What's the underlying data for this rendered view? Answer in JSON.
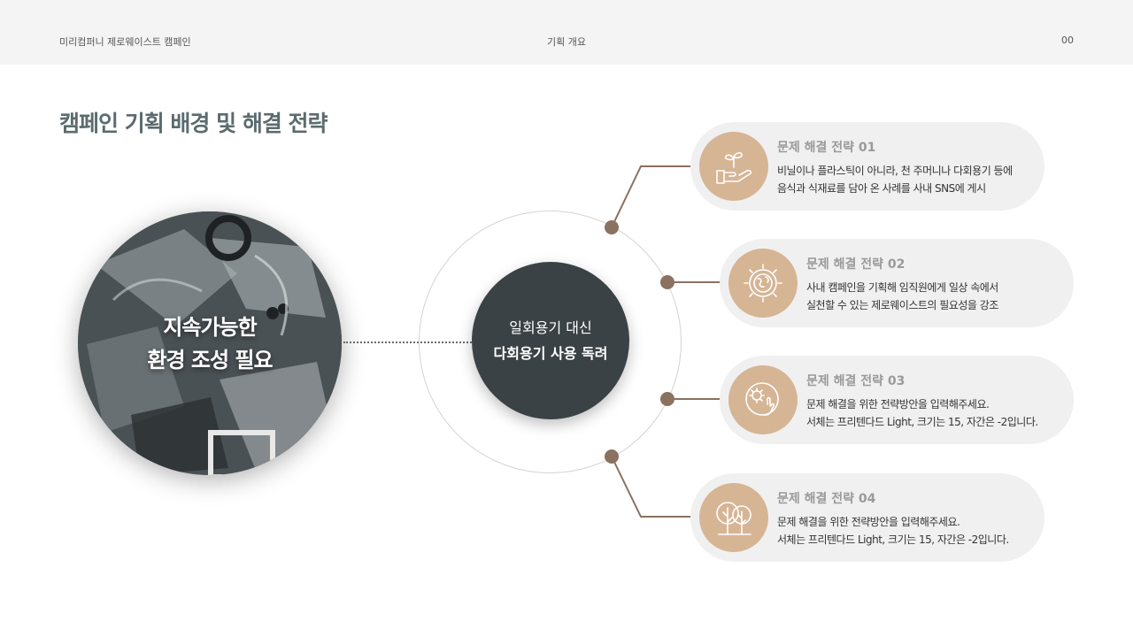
{
  "header": {
    "company": "미리컴퍼니 제로웨이스트 캠페인",
    "section": "기획 개요",
    "page_number": "00"
  },
  "title": "캠페인 기획 배경 및 해결 전략",
  "left_circle": {
    "line1": "지속가능한",
    "line2": "환경 조성 필요"
  },
  "center_circle": {
    "line1": "일회용기 대신",
    "line2": "다회용기 사용 독려"
  },
  "strategies": [
    {
      "title": "문제 해결 전략 01",
      "line1": "비닐이나 플라스틱이 아니라, 천 주머니나 다회용기 등에",
      "line2": "음식과 식재료를 담아 온 사례를 사내 SNS에 게시",
      "icon": "hand-sprout-icon"
    },
    {
      "title": "문제 해결 전략 02",
      "line1": "사내 캠페인을 기획해 임직원에게 일상 속에서",
      "line2": "실천할 수 있는 제로웨이스트의 필요성을 강조",
      "icon": "gear-globe-icon"
    },
    {
      "title": "문제 해결 전략 03",
      "line1": "문제 해결을 위한 전략방안을 입력해주세요.",
      "line2": "서체는 프리텐다드 Light, 크기는 15, 자간은 -2입니다.",
      "icon": "virus-touch-icon"
    },
    {
      "title": "문제 해결 전략 04",
      "line1": "문제 해결을 위한 전략방안을 입력해주세요.",
      "line2": "서체는 프리텐다드 Light, 크기는 15, 자간은 -2입니다.",
      "icon": "trees-icon"
    }
  ],
  "colors": {
    "accent": "#d6b595",
    "connector": "#8a7160",
    "dark_circle": "#3b4246",
    "title": "#5b6b6f",
    "pill_bg": "#f0f0f0"
  }
}
